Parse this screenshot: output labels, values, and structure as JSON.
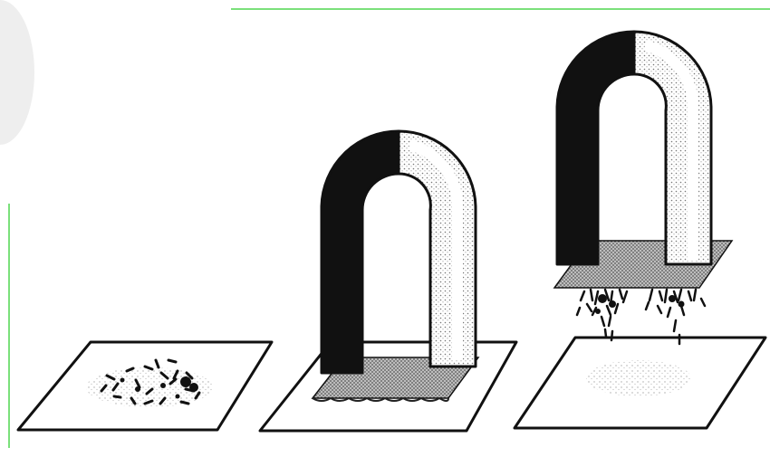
{
  "figure": {
    "panels": [
      {
        "id": "iron-filings-on-paper"
      },
      {
        "id": "magnet-lowered-onto-filings"
      },
      {
        "id": "magnet-lifted-with-filings"
      }
    ]
  },
  "colors": {
    "ink": "#111111",
    "paper": "#ffffff",
    "shadow": "#9a9a9a",
    "filings_shadow": "#c4c4c4",
    "guide_line": "#7be07b",
    "stain": "#ececec"
  }
}
